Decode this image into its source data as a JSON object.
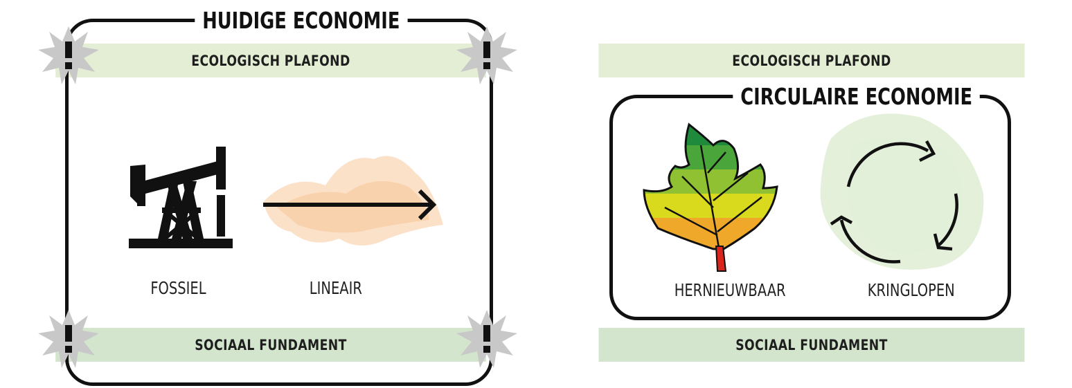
{
  "left_panel": {
    "title": "HUIDIGE ECONOMIE",
    "ceiling_label": "ECOLOGISCH PLAFOND",
    "foundation_label": "SOCIAAL FUNDAMENT",
    "item1_label": "FOSSIEL",
    "item2_label": "LINEAIR"
  },
  "right_panel": {
    "title": "CIRCULAIRE ECONOMIE",
    "ceiling_label": "ECOLOGISCH PLAFOND",
    "foundation_label": "SOCIAAL FUNDAMENT",
    "item1_label": "HERNIEUWBAAR",
    "item2_label": "KRINGLOPEN"
  },
  "icons": {
    "warning": "warning-burst-icon",
    "oil_pump": "oil-pumpjack-icon",
    "linear_arrow": "linear-arrow-icon",
    "leaf": "leaf-icon",
    "cycle": "cycle-arrows-icon"
  },
  "colors": {
    "ceiling_band": "#e4eed4",
    "foundation_band": "#d3e5cc",
    "frame": "#111111",
    "warning_burst": "#c8c8c8",
    "linear_smudge": "#f7c89a",
    "cycle_smudge": "#cfe3bd"
  }
}
